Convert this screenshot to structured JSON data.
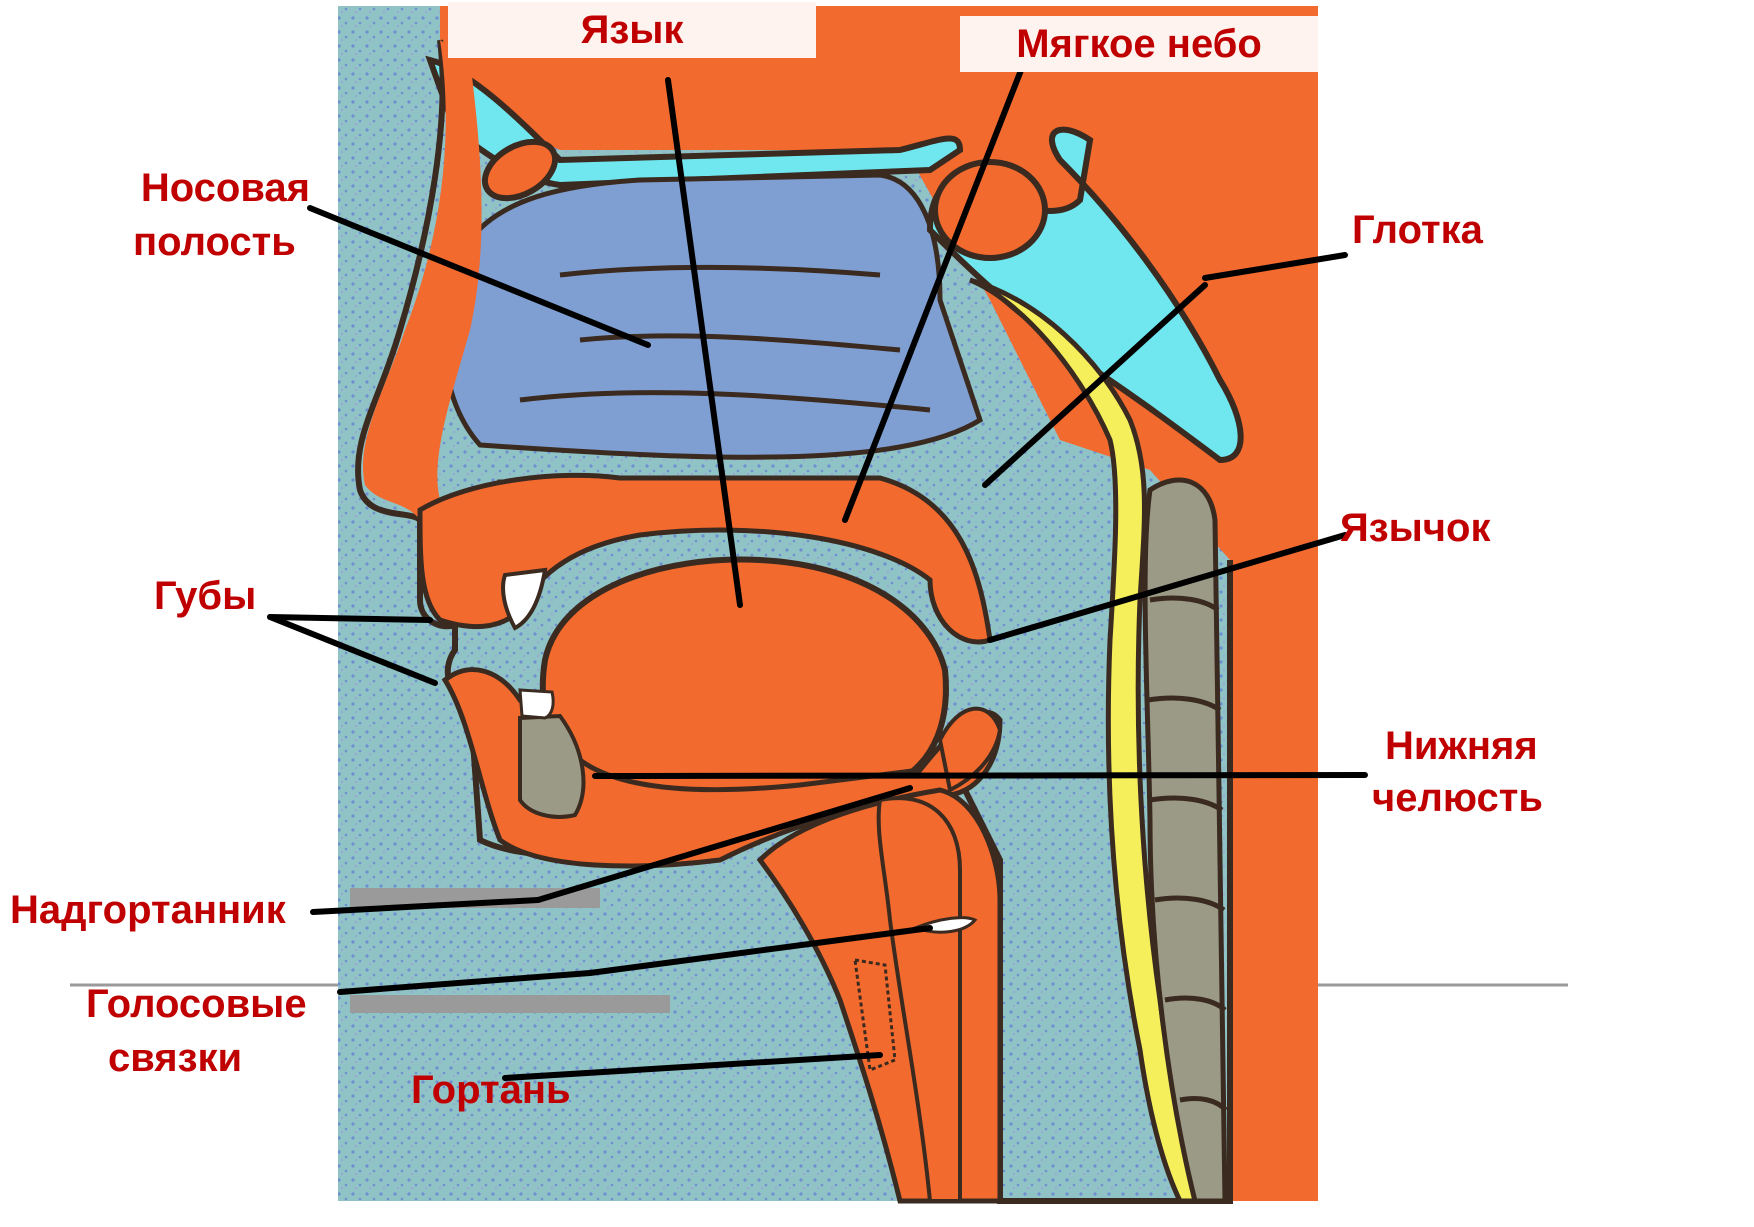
{
  "labels": {
    "tongue": "Язык",
    "soft_palate": "Мягкое небо",
    "nasal_cavity_1": "Носовая",
    "nasal_cavity_2": "полость",
    "pharynx": "Глотка",
    "uvula": "Язычок",
    "lips": "Губы",
    "lower_jaw_1": "Нижняя",
    "lower_jaw_2": "челюсть",
    "epiglottis": "Надгортанник",
    "vocal_cords_1": "Голосовые",
    "vocal_cords_2": "связки",
    "larynx": "Гортань"
  },
  "colors": {
    "label_text": "#c00000",
    "leader_line": "#000000",
    "skin_tissue": "#f26a2e",
    "air_space": "#8fc3c6",
    "cavity_blue": "#7f9fd2",
    "bone_cyan": "#70e6ef",
    "teeth_bone": "#9a9a86",
    "spine_yellow": "#f4ef5a",
    "outline": "#3a2a20"
  }
}
